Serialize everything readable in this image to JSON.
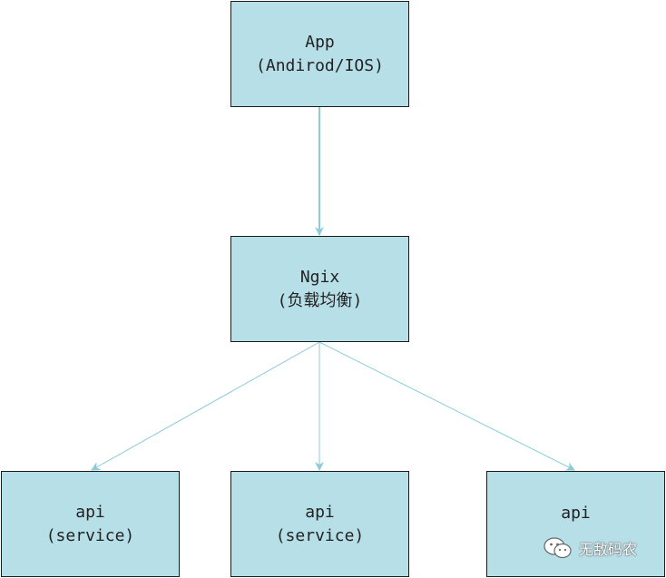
{
  "nodes": {
    "app": {
      "line1": "App",
      "line2": "(Andirod/IOS)"
    },
    "ngix": {
      "line1": "Ngix",
      "line2": "(负载均衡)"
    },
    "api1": {
      "line1": "api",
      "line2": "(service)"
    },
    "api2": {
      "line1": "api",
      "line2": "(service)"
    },
    "api3": {
      "line1": "api",
      "line2": ""
    }
  },
  "watermark": {
    "text": "无敌码农",
    "icon": "wechat-icon"
  },
  "colors": {
    "node_fill": "#b7dfe8",
    "node_border": "#1a1a1a",
    "edge": "#8ccbd8"
  }
}
